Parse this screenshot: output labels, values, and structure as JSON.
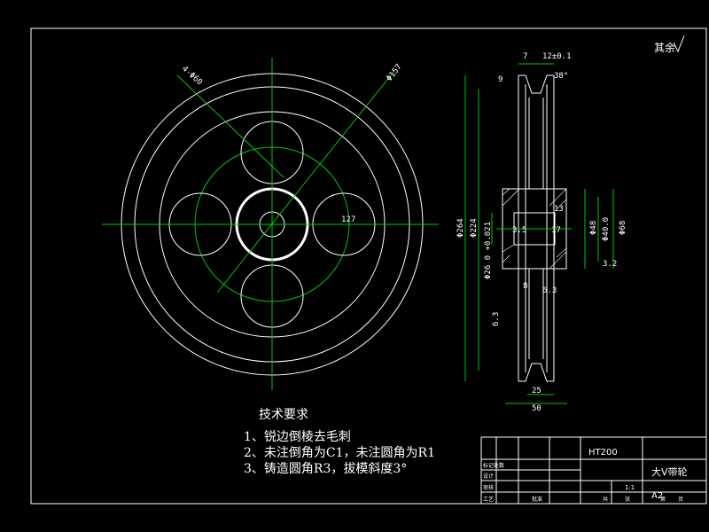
{
  "corner_mark": "其余",
  "front_view": {
    "dim_hole_dia": "4-Φ60",
    "dim_pitch_dia": "Φ157",
    "dim_center": "127"
  },
  "side_view": {
    "dims": {
      "top_width": "7",
      "groove_pitch": "12±0.1",
      "groove_depth": "9",
      "angle": "38°",
      "outer_dia": "Φ264",
      "pitch_dia": "Φ224",
      "bore": "Φ26 0 +0.021",
      "hub_dia": "Φ48",
      "keyway_depth": "Φ40.0",
      "hub_outer": "Φ68",
      "keyway": "3.5",
      "hub_len_a": "13",
      "hub_len_b": "17",
      "web_thk": "8",
      "rim_thk": "6.3",
      "taper": "6.3",
      "face_width": "25",
      "total_len": "50",
      "roughness": "3.2"
    }
  },
  "tech_requirements": {
    "title": "技术要求",
    "items": [
      "1、锐边倒棱去毛刺",
      "2、未注倒角为C1，未注圆角为R1",
      "3、铸造圆角R3，拔模斜度3°"
    ]
  },
  "title_block": {
    "material": "HT200",
    "part_name": "大V带轮",
    "sheet": "A2",
    "scale": "1:1",
    "labels": {
      "mark": "标记处数",
      "design": "设计",
      "check": "审核",
      "process": "工艺",
      "approve": "批准",
      "total": "共",
      "page": "张",
      "of": "第",
      "page2": "页"
    }
  }
}
